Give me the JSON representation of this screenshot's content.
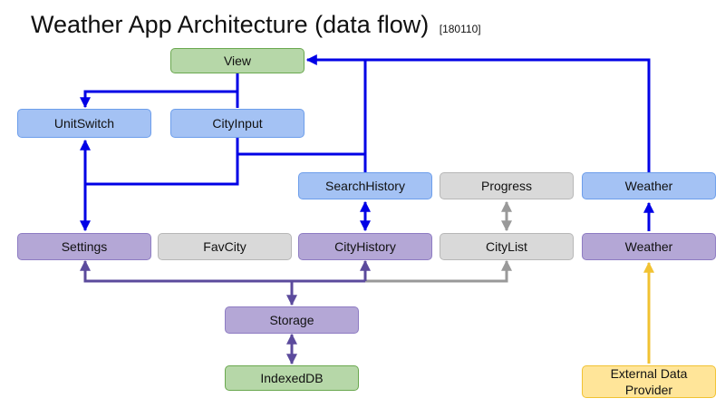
{
  "title": {
    "main": "Weather App Architecture (data flow)",
    "tag": "[180110]"
  },
  "nodes": {
    "view": "View",
    "unit_switch": "UnitSwitch",
    "city_input": "CityInput",
    "search_history": "SearchHistory",
    "progress": "Progress",
    "weather_view": "Weather",
    "settings": "Settings",
    "fav_city": "FavCity",
    "city_history": "CityHistory",
    "city_list": "CityList",
    "weather_store": "Weather",
    "storage": "Storage",
    "indexeddb": "IndexedDB",
    "external_provider": "External Data Provider"
  },
  "colors": {
    "blue_flow": "#0000e6",
    "purple_flow": "#5b4a9c",
    "gray_flow": "#999999",
    "yellow_flow": "#f1c232"
  }
}
